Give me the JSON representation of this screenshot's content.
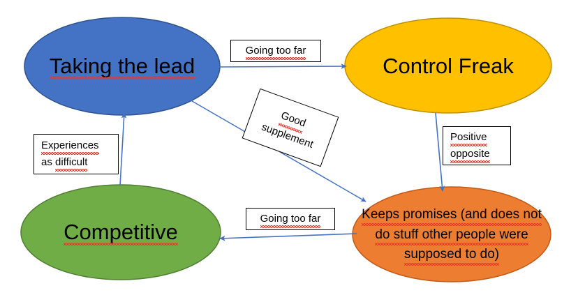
{
  "diagram": {
    "title": "Taking the lead / Control Freak behaviour cycle",
    "colors": {
      "node_blue": "#4472C4",
      "node_blue_stroke": "#2F528F",
      "node_gold": "#FFC000",
      "node_gold_stroke": "#BF9000",
      "node_green": "#70AD47",
      "node_green_stroke": "#507E32",
      "node_orange": "#ED7D31",
      "node_orange_stroke": "#C15A17",
      "arrow": "#4472C4",
      "callout_border": "#000000",
      "callout_fill": "#FFFFFF",
      "text": "#000000",
      "spellcheck_squiggle": "#E8392B"
    },
    "nodes": [
      {
        "id": "taking-the-lead",
        "label": "Taking the lead",
        "lines": [
          "Taking the lead"
        ],
        "shape": "ellipse",
        "fill": "#4472C4"
      },
      {
        "id": "control-freak",
        "label": "Control Freak",
        "lines": [
          "Control Freak"
        ],
        "shape": "ellipse",
        "fill": "#FFC000"
      },
      {
        "id": "competitive",
        "label": "Competitive",
        "lines": [
          "Competitive"
        ],
        "shape": "ellipse",
        "fill": "#70AD47"
      },
      {
        "id": "keeps-promises",
        "label": "Keeps promises (and does not do stuff other people were supposed to do)",
        "lines": [
          "Keeps promises (and does not",
          "do stuff other people were",
          "supposed to do)"
        ],
        "shape": "ellipse",
        "fill": "#ED7D31"
      }
    ],
    "edge_labels": [
      {
        "id": "going-too-far-top",
        "lines": [
          "Going too far"
        ],
        "rotation": 0,
        "from": "taking-the-lead",
        "to": "control-freak"
      },
      {
        "id": "good-supplement",
        "lines": [
          "Good",
          "supplement"
        ],
        "rotation": 20,
        "from": "taking-the-lead",
        "to": "keeps-promises"
      },
      {
        "id": "positive-opposite",
        "lines": [
          "Positive",
          "opposite"
        ],
        "rotation": 0,
        "from": "control-freak",
        "to": "keeps-promises"
      },
      {
        "id": "going-too-far-bottom",
        "lines": [
          "Going too far"
        ],
        "rotation": 0,
        "from": "keeps-promises",
        "to": "competitive"
      },
      {
        "id": "experiences-as-difficult",
        "lines": [
          "Experiences",
          "as difficult"
        ],
        "rotation": 0,
        "from": "competitive",
        "to": "taking-the-lead"
      }
    ],
    "arrows": [
      {
        "id": "arrow-lead-to-control",
        "from": "taking-the-lead",
        "to": "control-freak"
      },
      {
        "id": "arrow-lead-to-keeps-promises",
        "from": "taking-the-lead",
        "to": "keeps-promises"
      },
      {
        "id": "arrow-control-to-keeps-promises",
        "from": "control-freak",
        "to": "keeps-promises"
      },
      {
        "id": "arrow-keeps-promises-to-competitive",
        "from": "keeps-promises",
        "to": "competitive"
      },
      {
        "id": "arrow-competitive-to-lead",
        "from": "competitive",
        "to": "taking-the-lead"
      }
    ]
  }
}
